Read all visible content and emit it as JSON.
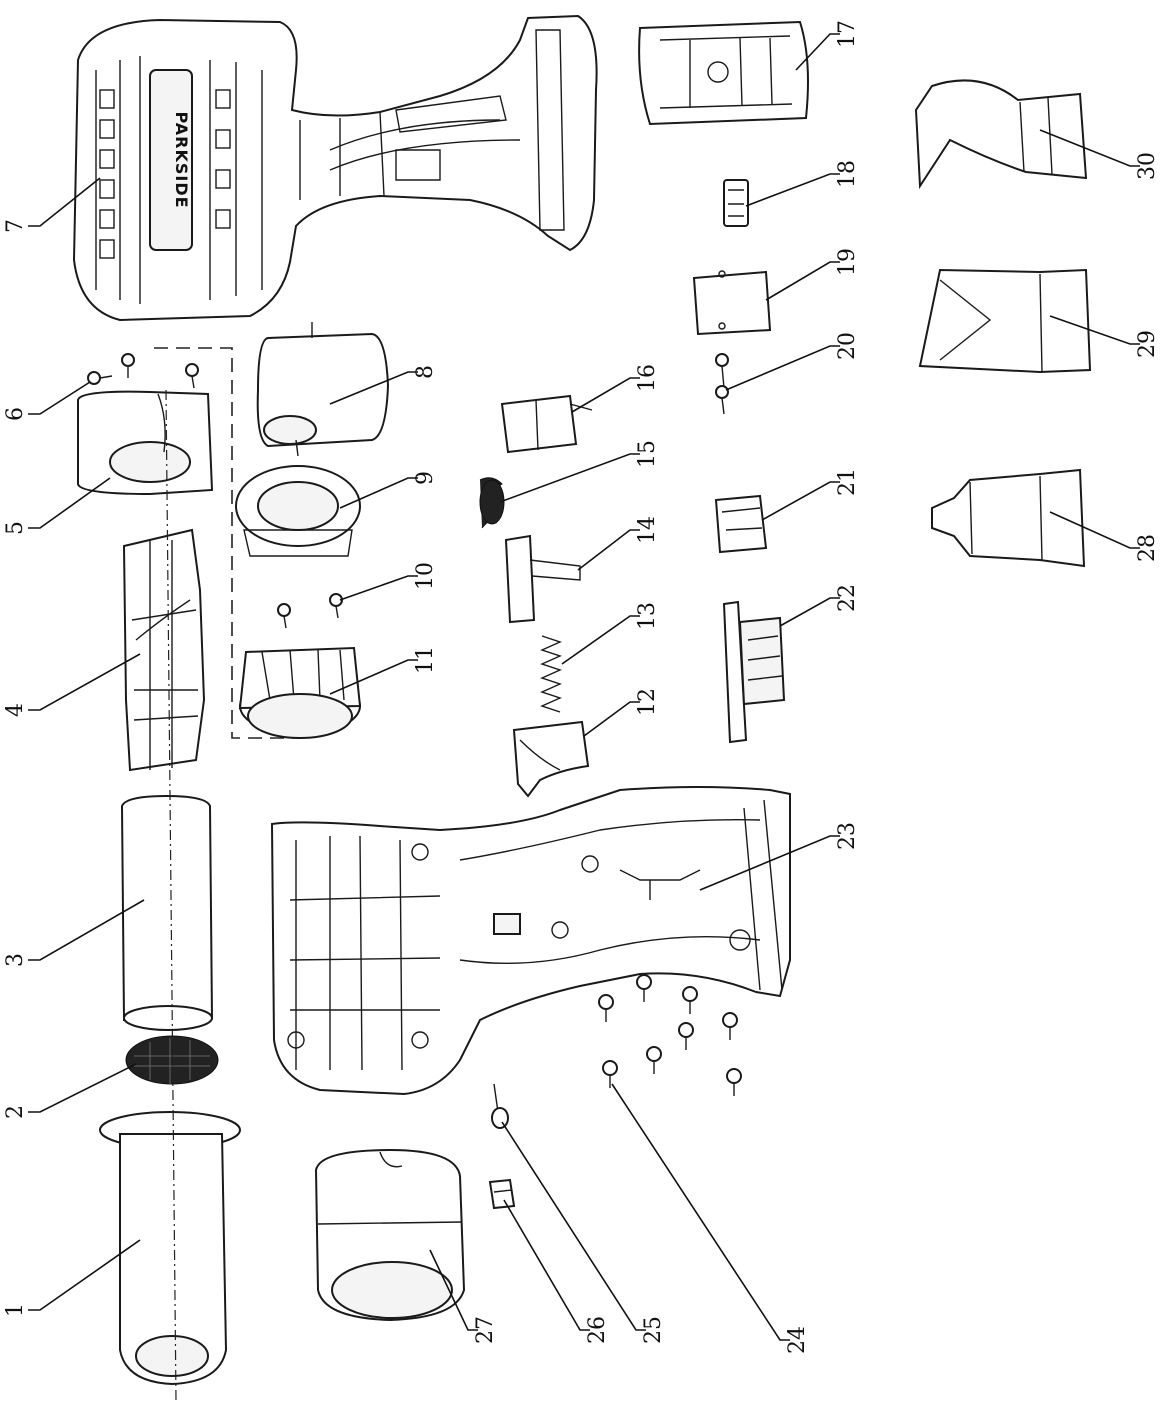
{
  "diagram": {
    "brand_text": "PARKSIDE",
    "callouts": [
      {
        "id": "1",
        "label": "1"
      },
      {
        "id": "2",
        "label": "2"
      },
      {
        "id": "3",
        "label": "3"
      },
      {
        "id": "4",
        "label": "4"
      },
      {
        "id": "5",
        "label": "5"
      },
      {
        "id": "6",
        "label": "6"
      },
      {
        "id": "7",
        "label": "7"
      },
      {
        "id": "8",
        "label": "8"
      },
      {
        "id": "9",
        "label": "9"
      },
      {
        "id": "10",
        "label": "10"
      },
      {
        "id": "11",
        "label": "11"
      },
      {
        "id": "12",
        "label": "12"
      },
      {
        "id": "13",
        "label": "13"
      },
      {
        "id": "14",
        "label": "14"
      },
      {
        "id": "15",
        "label": "15"
      },
      {
        "id": "16",
        "label": "16"
      },
      {
        "id": "17",
        "label": "17"
      },
      {
        "id": "18",
        "label": "18"
      },
      {
        "id": "19",
        "label": "19"
      },
      {
        "id": "20",
        "label": "20"
      },
      {
        "id": "21",
        "label": "21"
      },
      {
        "id": "22",
        "label": "22"
      },
      {
        "id": "23",
        "label": "23"
      },
      {
        "id": "24",
        "label": "24"
      },
      {
        "id": "25",
        "label": "25"
      },
      {
        "id": "26",
        "label": "26"
      },
      {
        "id": "27",
        "label": "27"
      },
      {
        "id": "28",
        "label": "28"
      },
      {
        "id": "29",
        "label": "29"
      },
      {
        "id": "30",
        "label": "30"
      }
    ]
  }
}
